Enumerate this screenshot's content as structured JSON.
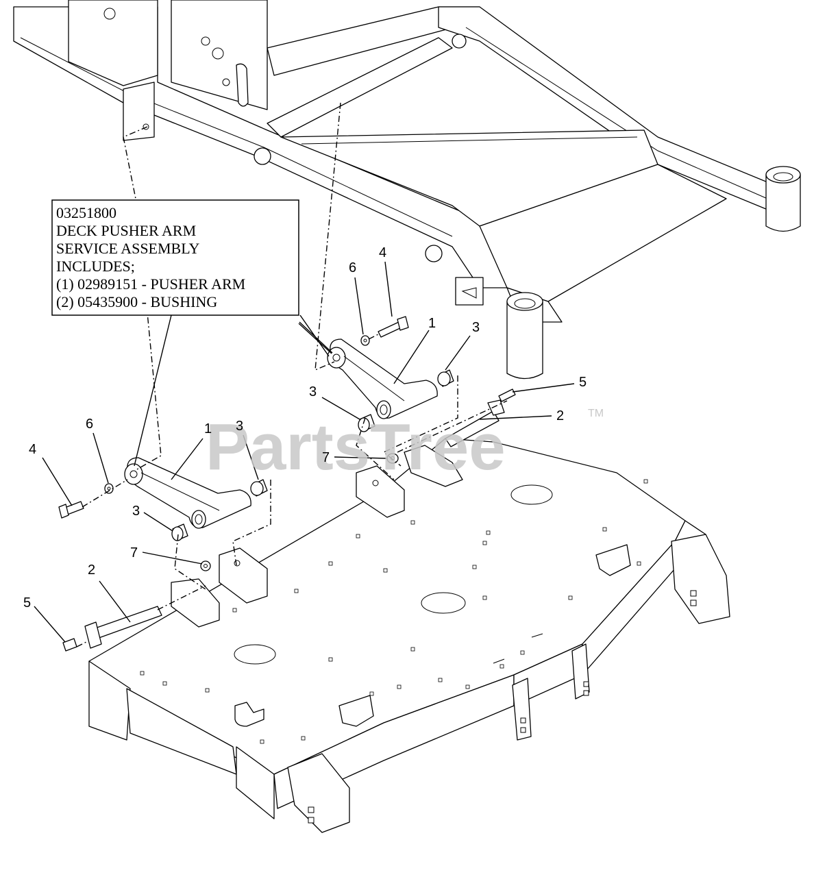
{
  "info_box": {
    "lines": [
      "03251800",
      "DECK PUSHER ARM",
      "SERVICE ASSEMBLY",
      "INCLUDES;",
      "(1) 02989151 - PUSHER ARM",
      "(2) 05435900 - BUSHING"
    ]
  },
  "watermark": {
    "text": "PartsTree",
    "trademark": "TM"
  },
  "callouts": {
    "right_6": "6",
    "right_4": "4",
    "right_1": "1",
    "right_3_top": "3",
    "right_3_left": "3",
    "right_5": "5",
    "right_2": "2",
    "right_7": "7",
    "left_6": "6",
    "left_4": "4",
    "left_1": "1",
    "left_3_top": "3",
    "left_3_low": "3",
    "left_7": "7",
    "left_2": "2",
    "left_5": "5"
  }
}
